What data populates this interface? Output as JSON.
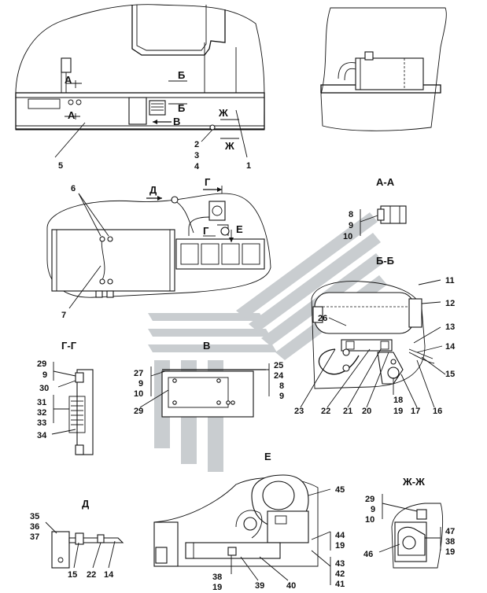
{
  "colors": {
    "ink": "#111111",
    "watermark": "#c9cdd0",
    "paper": "#ffffff"
  },
  "logo": {
    "name": "watermark-logo"
  },
  "view_main": {
    "arrow_a_top": "А",
    "arrow_b_top": "Б",
    "arrow_a_bottom": "А",
    "arrow_b_bottom": "Б",
    "arrow_v": "В",
    "arrow_zh_top": "Ж",
    "arrow_zh_bottom": "Ж",
    "callout_5": "5",
    "callout_2": "2",
    "callout_3": "3",
    "callout_4": "4",
    "callout_1": "1"
  },
  "view_mid": {
    "callout_6": "6",
    "callout_7": "7",
    "arrow_d": "Д",
    "arrow_g_top": "Г",
    "arrow_g_inner": "Г",
    "arrow_e": "Е"
  },
  "section_aa": {
    "title": "А-А",
    "n8": "8",
    "n9": "9",
    "n10": "10"
  },
  "section_bb": {
    "title": "Б-Б",
    "n11": "11",
    "n12": "12",
    "n13": "13",
    "n14": "14",
    "n15": "15",
    "n16": "16",
    "n17": "17",
    "n18": "18",
    "n19": "19",
    "n20": "20",
    "n21": "21",
    "n22": "22",
    "n23": "23",
    "n26": "26"
  },
  "section_gg": {
    "title": "Г-Г",
    "n29": "29",
    "n9": "9",
    "n30": "30",
    "n31": "31",
    "n32": "32",
    "n33": "33",
    "n34": "34"
  },
  "view_v": {
    "title": "В",
    "n27": "27",
    "n9": "9",
    "n10": "10",
    "n29": "29",
    "n25": "25",
    "n24": "24",
    "n8": "8",
    "n9b": "9"
  },
  "view_d": {
    "title": "Д",
    "n35": "35",
    "n36": "36",
    "n37": "37",
    "n15": "15",
    "n22": "22",
    "n14": "14"
  },
  "view_e": {
    "title": "Е",
    "n45": "45",
    "n44": "44",
    "n19a": "19",
    "n43": "43",
    "n42": "42",
    "n41": "41",
    "n38": "38",
    "n19b": "19",
    "n39": "39",
    "n40": "40"
  },
  "section_zhzh": {
    "title": "Ж-Ж",
    "n29": "29",
    "n9": "9",
    "n10": "10",
    "n47": "47",
    "n38": "38",
    "n19": "19",
    "n46": "46"
  }
}
